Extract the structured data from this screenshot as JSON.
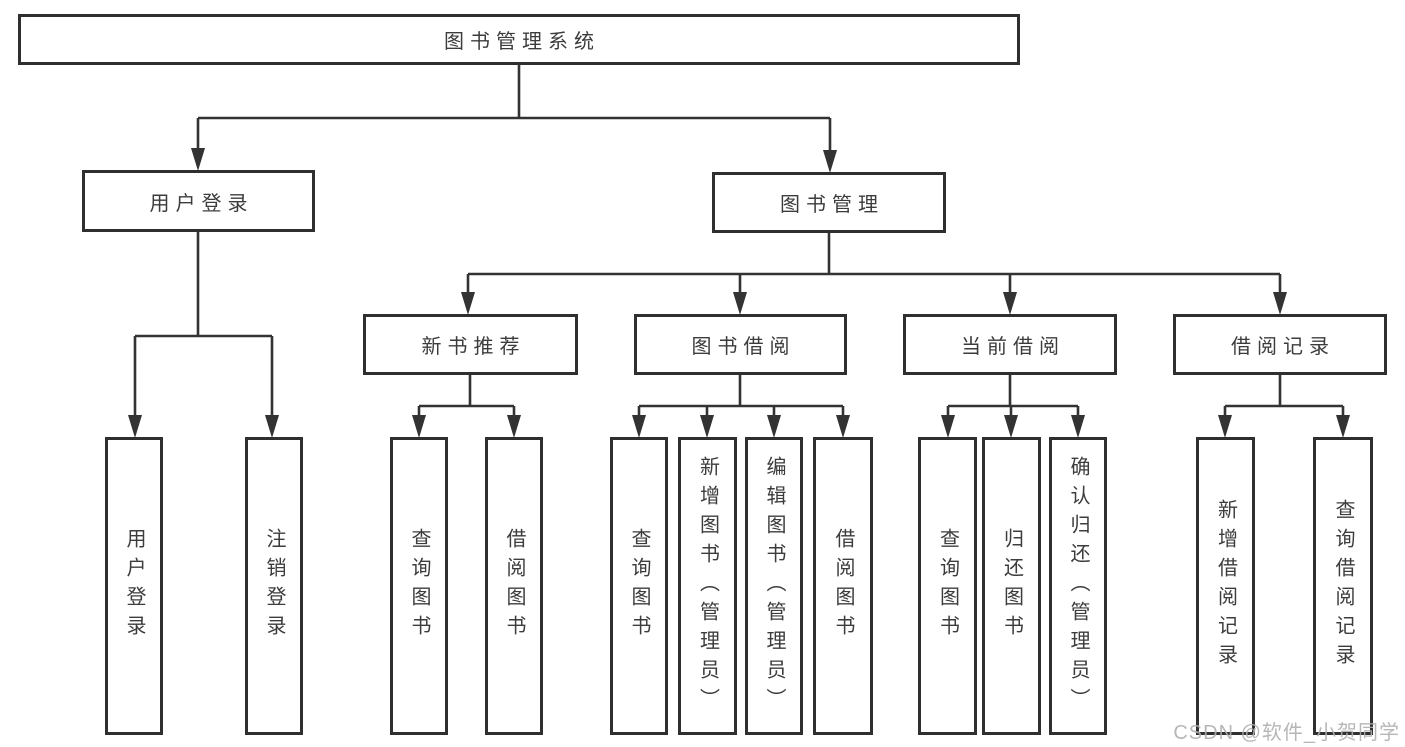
{
  "tree": {
    "root": "图书管理系统",
    "user_login": {
      "label": "用户登录",
      "leaves": [
        "用户登录",
        "注销登录"
      ]
    },
    "book_mgmt": {
      "label": "图书管理",
      "groups": [
        {
          "label": "新书推荐",
          "leaves": [
            "查询图书",
            "借阅图书"
          ]
        },
        {
          "label": "图书借阅",
          "leaves": [
            "查询图书",
            "新增图书（管理员）",
            "编辑图书（管理员）",
            "借阅图书"
          ]
        },
        {
          "label": "当前借阅",
          "leaves": [
            "查询图书",
            "归还图书",
            "确认归还（管理员）"
          ]
        },
        {
          "label": "借阅记录",
          "leaves": [
            "新增借阅记录",
            "查询借阅记录"
          ]
        }
      ]
    }
  },
  "watermark": "CSDN @软件_小贺同学",
  "colors": {
    "line": "#333333",
    "box_border": "#2f2f2f",
    "text": "#3c3c3c",
    "watermark_text": "#afafaf",
    "background": "#ffffff"
  }
}
